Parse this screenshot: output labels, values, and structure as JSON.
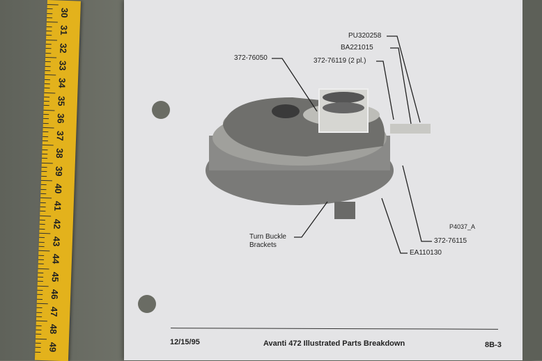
{
  "ruler": {
    "numbers": [
      "30",
      "31",
      "32",
      "33",
      "34",
      "35",
      "36",
      "37",
      "38",
      "39",
      "40",
      "41",
      "42",
      "43",
      "44",
      "45",
      "46",
      "47",
      "48",
      "49"
    ]
  },
  "figure": {
    "callouts": {
      "pu": "PU320258",
      "ba": "BA221015",
      "p76119": "372-76119 (2 pl.)",
      "p76050": "372-76050",
      "turnbuckle_line1": "Turn Buckle",
      "turnbuckle_line2": "Brackets",
      "p76115": "372-76115",
      "ea": "EA110130",
      "figure_id": "P4037_A"
    }
  },
  "footer": {
    "date": "12/15/95",
    "title": "Avanti 472 Illustrated Parts Breakdown",
    "page": "8B-3"
  }
}
